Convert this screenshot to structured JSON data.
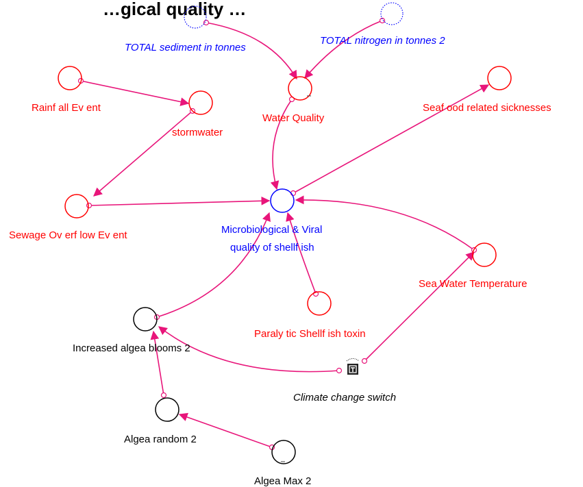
{
  "title": "…gical quality …",
  "nodes": {
    "total_sediment": "TOTAL sediment in tonnes",
    "total_nitrogen": "TOTAL nitrogen in tonnes 2",
    "rainfall_event": "Rainf all Ev ent",
    "stormwater": "stormwater",
    "water_quality": "Water Quality",
    "seafood_sicknesses": "Seaf ood related sicknesses",
    "sewage_overflow": "Sewage Ov erf low Ev ent",
    "micro_viral_line1": "Microbiological & Viral",
    "micro_viral_line2": "quality  of  shellf ish",
    "sea_water_temp": "Sea Water Temperature",
    "paralytic_toxin": "Paraly tic Shellf ish toxin",
    "algae_blooms": "Increased algea blooms 2",
    "climate_switch": "Climate change switch",
    "algea_random": "Algea random 2",
    "algea_max": "Algea Max 2"
  },
  "colors": {
    "link": "#e8157a",
    "stock_red": "#ff0000",
    "stock_blue": "#0000ff",
    "stock_black": "#000000"
  }
}
